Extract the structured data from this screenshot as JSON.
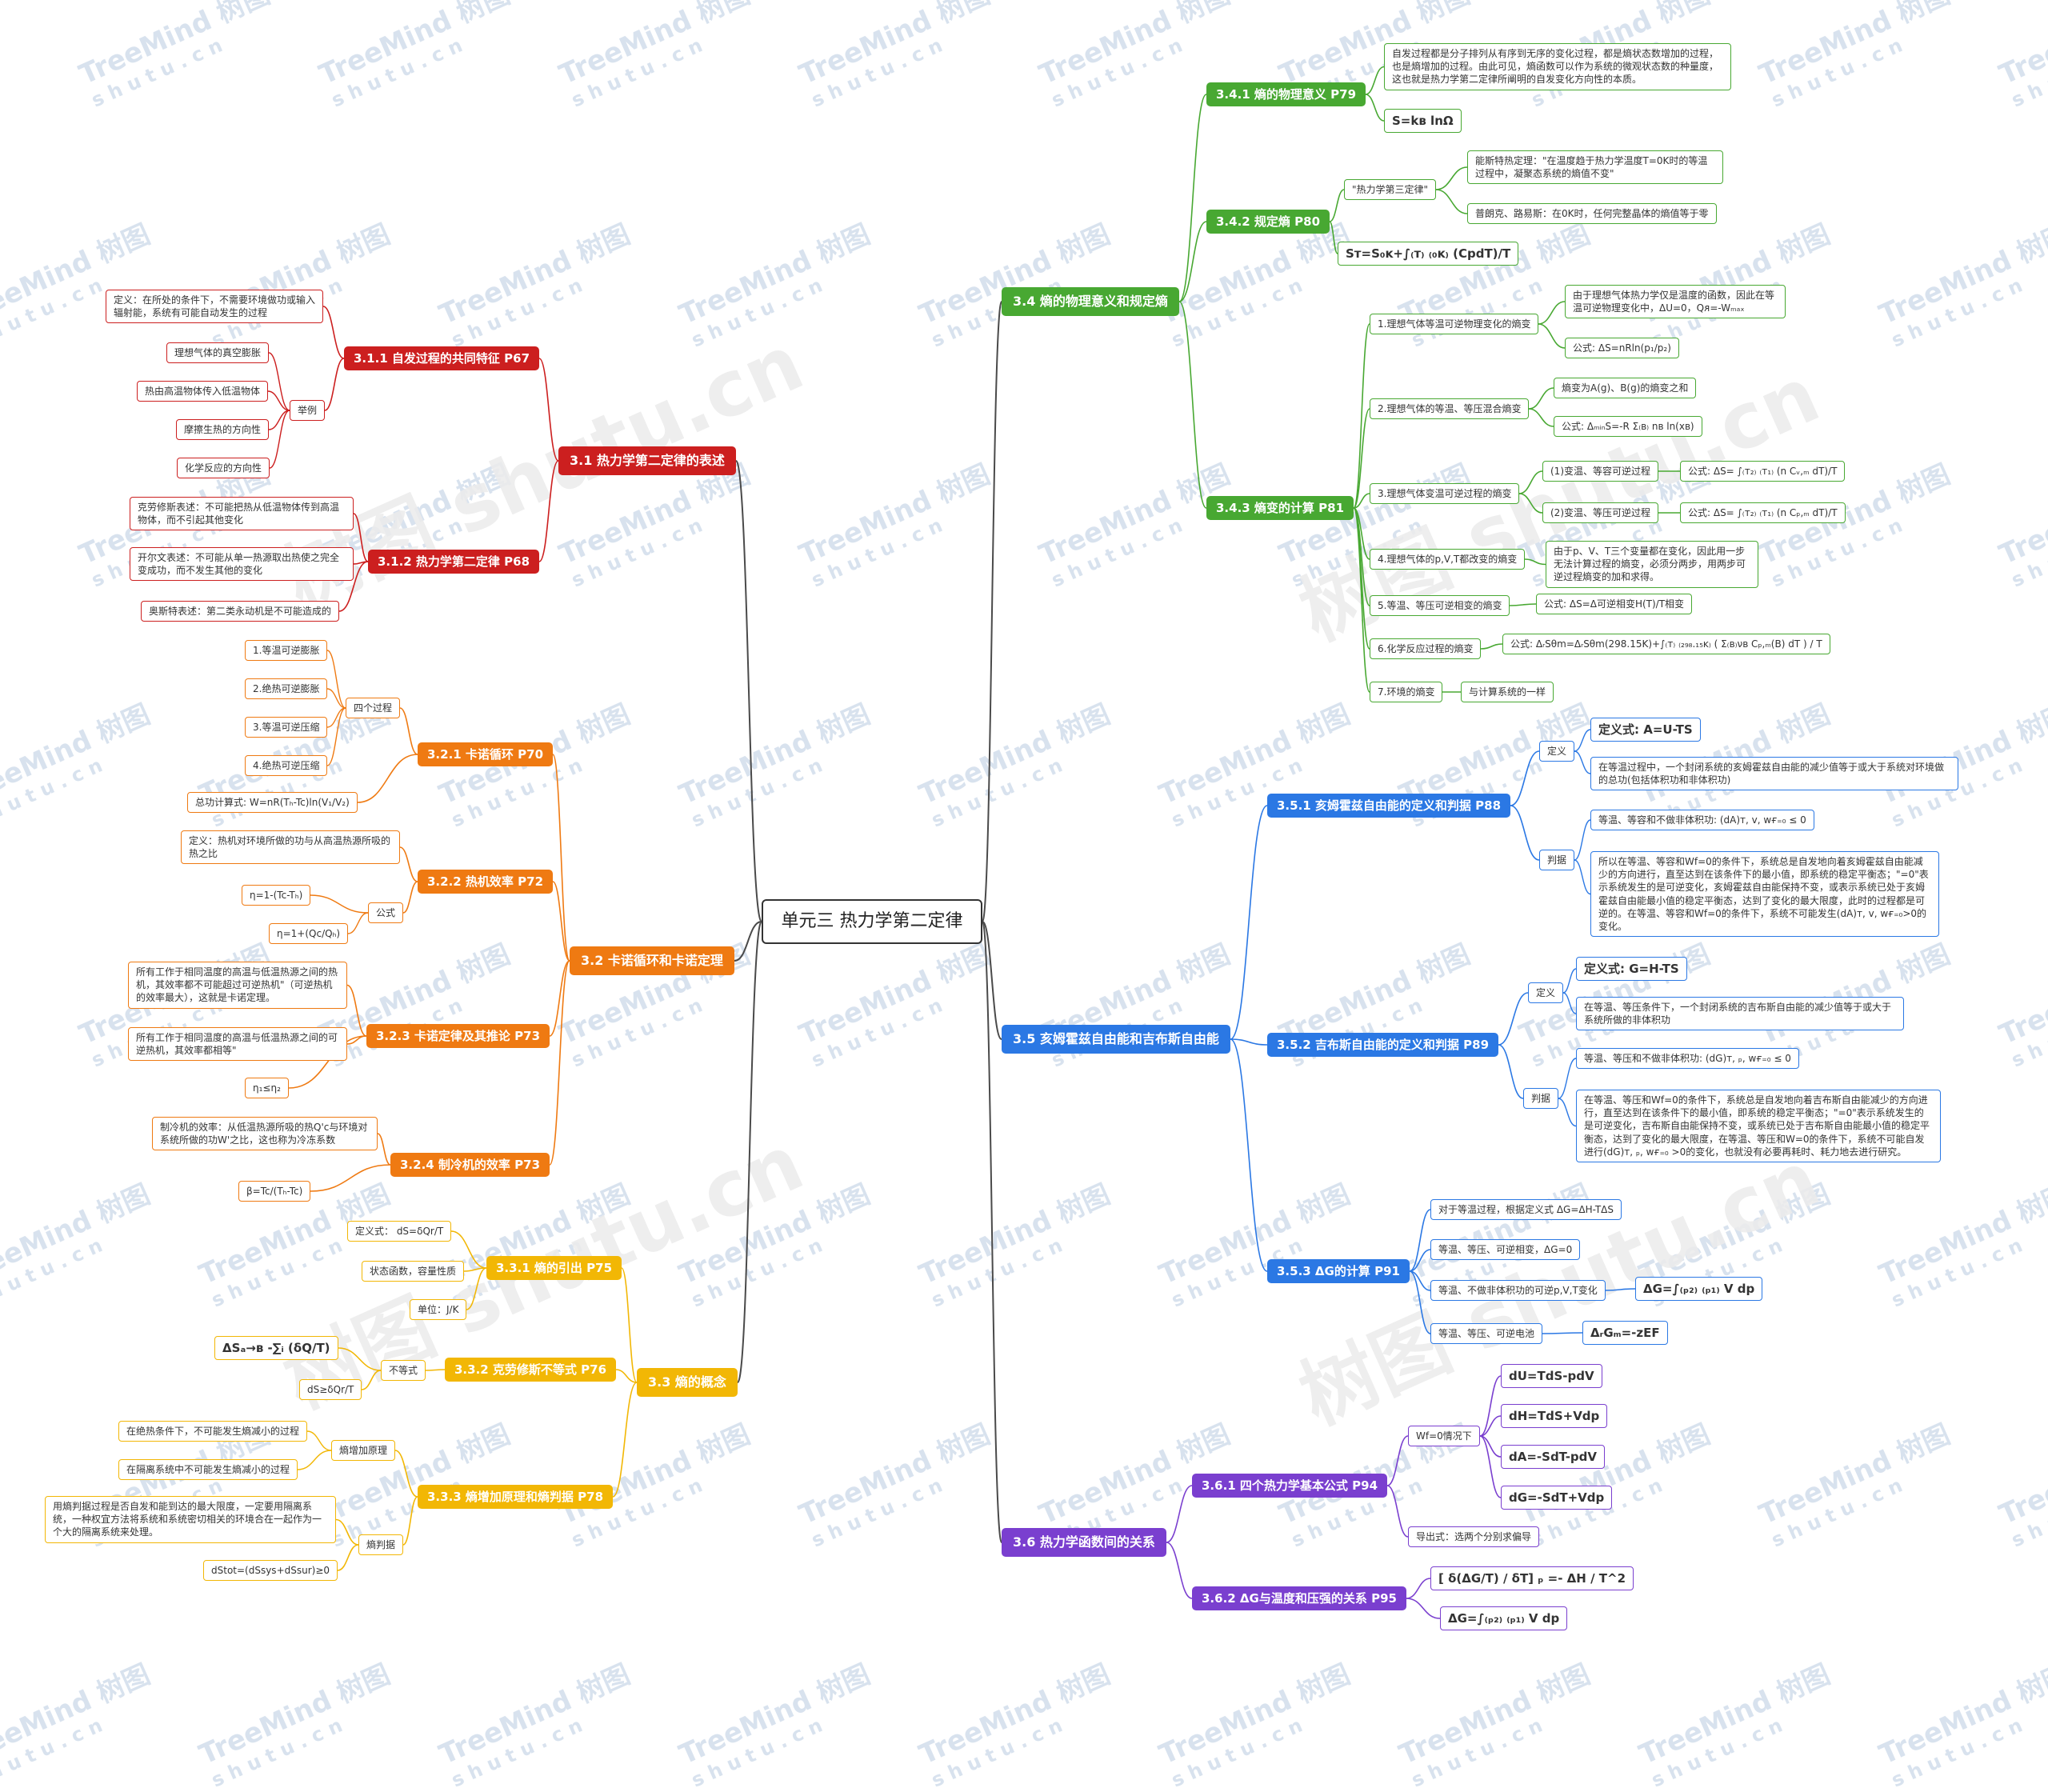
{
  "colors": {
    "s31": "#cc1f1f",
    "s32": "#ef7a12",
    "s33": "#f2b705",
    "s34": "#48a832",
    "s35": "#2b78e4",
    "s36": "#7a3fcf",
    "root_border": "#333333",
    "link_root": "#4a4a4a"
  },
  "watermark": {
    "brand": "TreeMind 树图",
    "domain": "s h u t u . c n",
    "big": "树图 shutu.cn"
  },
  "root": "单元三 热力学第二定律",
  "b31": {
    "title": "3.1 热力学第二定律的表述",
    "s311": {
      "title": "3.1.1 自发过程的共同特征 P67",
      "def": "定义：在所处的条件下，不需要环境做功或输入辐射能，系统有可能自动发生的过程",
      "example_label": "举例",
      "examples": [
        "理想气体的真空膨胀",
        "热由高温物体传入低温物体",
        "摩擦生热的方向性",
        "化学反应的方向性"
      ]
    },
    "s312": {
      "title": "3.1.2 热力学第二定律 P68",
      "items": [
        "克劳修斯表述：不可能把热从低温物体传到高温物体，而不引起其他变化",
        "开尔文表述：不可能从单一热源取出热使之完全变成功，而不发生其他的变化",
        "奥斯特表述：第二类永动机是不可能造成的"
      ]
    }
  },
  "b32": {
    "title": "3.2 卡诺循环和卡诺定理",
    "s321": {
      "title": "3.2.1 卡诺循环 P70",
      "group_label": "四个过程",
      "processes": [
        "1.等温可逆膨胀",
        "2.绝热可逆膨胀",
        "3.等温可逆压缩",
        "4.绝热可逆压缩"
      ],
      "work": "总功计算式:        W=nR(Tₕ-Tc)ln(V₁/V₂)"
    },
    "s322": {
      "title": "3.2.2 热机效率 P72",
      "def": "定义：热机对环境所做的功与从高温热源所吸的热之比",
      "formula_label": "公式",
      "formulas": [
        "η=1-(Tc-Tₕ)",
        "η=1+(Qc/Qₕ)"
      ]
    },
    "s323": {
      "title": "3.2.3 卡诺定律及其推论 P73",
      "items": [
        "所有工作于相同温度的高温与低温热源之间的热机，其效率都不可能超过可逆热机\"（可逆热机的效率最大），这就是卡诺定理。",
        "所有工作于相同温度的高温与低温热源之间的可逆热机，其效率都相等\"",
        "η₁≤η₂"
      ]
    },
    "s324": {
      "title": "3.2.4 制冷机的效率 P73",
      "items": [
        "制冷机的效率：从低温热源所吸的热Q'c与环境对系统所做的功W'之比，这也称为冷冻系数",
        "β=Tc/(Tₕ-Tc)"
      ]
    }
  },
  "b33": {
    "title": "3.3 熵的概念",
    "s331": {
      "title": "3.3.1 熵的引出 P75",
      "items": [
        "定义式：     dS=δQr/T",
        "状态函数，容量性质",
        "单位：J/K"
      ]
    },
    "s332": {
      "title": "3.3.2 克劳修斯不等式 P76",
      "label": "不等式",
      "items": [
        "ΔSₐ→ʙ  -∑ᵢ  (δQ/T)",
        "dS≥δQr/T"
      ]
    },
    "s333": {
      "title": "3.3.3 熵增加原理和熵判据 P78",
      "label1": "熵增加原理",
      "items1": [
        "在绝热条件下，不可能发生熵减小的过程",
        "在隔离系统中不可能发生熵减小的过程"
      ],
      "label2": "熵判据",
      "items2": [
        "用熵判据过程是否自发和能到达的最大限度，一定要用隔离系统，一种权宜方法将系统和系统密切相关的环境合在一起作为一个大的隔离系统来处理。",
        "dStot=(dSsys+dSsur)≥0"
      ]
    }
  },
  "b34": {
    "title": "3.4 熵的物理意义和规定熵",
    "s341": {
      "title": "3.4.1 熵的物理意义 P79",
      "items": [
        "自发过程都是分子排列从有序到无序的变化过程，都是熵状态数增加的过程，也是熵增加的过程。由此可见，熵函数可以作为系统的微观状态数的种量度，这也就是热力学第二定律所阐明的自发变化方向性的本质。",
        "S=kʙ lnΩ"
      ]
    },
    "s342": {
      "title": "3.4.2 规定熵 P80",
      "label": "\"热力学第三定律\"",
      "items": [
        "能斯特热定理：\"在温度趋于热力学温度T=0K时的等温过程中，凝聚态系统的熵值不变\"",
        "普朗克、路易斯：在0K时，任何完整晶体的熵值等于零"
      ],
      "formula": "Sᴛ=S₀ᴋ+∫₍ᴛ₎ ₍₀ᴋ₎  (CpdT)/T"
    },
    "s343": {
      "title": "3.4.3 熵变的计算 P81",
      "c1": {
        "label": "1.理想气体等温可逆物理变化的熵变",
        "items": [
          "由于理想气体热力学仅是温度的函数，因此在等温可逆物理变化中，ΔU=0，Qᴙ=-Wₘₐₓ",
          "公式:        ΔS=nRln(p₁/p₂)"
        ]
      },
      "c2": {
        "label": "2.理想气体的等温、等压混合熵变",
        "items": [
          "熵变为A(g)、B(g)的熵变之和",
          "公式:           ΔₘᵢₙS=-R Σ₍ʙ₎ nʙ ln(xʙ)"
        ]
      },
      "c3": {
        "label": "3.理想气体变温可逆过程的熵变",
        "items": [
          "(1)变温、等容可逆过程",
          "(2)变温、等压可逆过程"
        ],
        "formulas": [
          "公式:        ΔS= ∫₍ᴛ₂₎ ₍ᴛ₁₎  (n Cᵥ,ₘ dT)/T",
          "公式:        ΔS= ∫₍ᴛ₂₎ ₍ᴛ₁₎  (n Cₚ,ₘ dT)/T"
        ]
      },
      "c4": {
        "label": "4.理想气体的p,V,T都改变的熵变",
        "items": [
          "由于p、V、T三个变量都在变化，因此用一步无法计算过程的熵变，必须分两步，用两步可逆过程熵变的加和求得。"
        ]
      },
      "c5": {
        "label": "5.等温、等压可逆相变的熵变",
        "items": [
          "公式:        ΔS=Δ可逆相变H(T)/T相变"
        ]
      },
      "c6": {
        "label": "6.化学反应过程的熵变",
        "items": [
          "公式:      ΔᵣSθm=ΔᵣSθm(298.15K)+∫₍ᴛ₎ ₍₂₉₈.₁₅ᴋ₎ ( Σ₍ʙ₎νʙ Cₚ,ₘ(B) dT ) / T"
        ]
      },
      "c7": {
        "label": "7.环境的熵变",
        "items": [
          "与计算系统的一样"
        ]
      }
    }
  },
  "b35": {
    "title": "3.5 亥姆霍兹自由能和吉布斯自由能",
    "s351": {
      "title": "3.5.1 亥姆霍兹自由能的定义和判据 P88",
      "def_label": "定义",
      "defs": [
        "定义式:      A=U-TS",
        "在等温过程中，一个封闭系统的亥姆霍兹自由能的减少值等于或大于系统对环境做的总功(包括体积功和非体积功)"
      ],
      "crit_label": "判据",
      "crits": [
        "等温、等容和不做非体积功:     (dA)ᴛ, ᴠ, ᴡғ₌₀  ≤ 0",
        "所以在等温、等容和Wf=0的条件下，系统总是自发地向着亥姆霍兹自由能减少的方向进行，直至达到在该条件下的最小值，即系统的稳定平衡态；\"=0\"表示系统发生的是可逆变化，亥姆霍兹自由能保持不变，或表示系统已处于亥姆霍兹自由能最小值的稳定平衡态，达到了变化的最大限度，此时的过程都是可逆的。在等温、等容和Wf=0的条件下，系统不可能发生(dA)ᴛ, ᴠ, ᴡғ₌₀>0的变化。"
      ]
    },
    "s352": {
      "title": "3.5.2 吉布斯自由能的定义和判据 P89",
      "def_label": "定义",
      "defs": [
        "定义式:     G=H-TS",
        "在等温、等压条件下，一个封闭系统的吉布斯自由能的减少值等于或大于系统所做的非体积功"
      ],
      "crit_label": "判据",
      "crits": [
        "等温、等压和不做非体积功:     (dG)ᴛ, ₚ, ᴡғ₌₀  ≤ 0",
        "在等温、等压和Wf=0的条件下，系统总是自发地向着吉布斯自由能减少的方向进行，直至达到在该条件下的最小值，即系统的稳定平衡态；\"=0\"表示系统发生的是可逆变化，吉布斯自由能保持不变，或系统已处于吉布斯自由能最小值的稳定平衡态，达到了变化的最大限度，在等温、等压和W=0的条件下，系统不可能自发进行(dG)ᴛ, ₚ, ᴡғ₌₀ >0的变化，也就没有必要再耗时、耗力地去进行研究。"
      ]
    },
    "s353": {
      "title": "3.5.3 ΔG的计算 P91",
      "items": [
        "对于等温过程，根据定义式        ΔG=ΔH-TΔS",
        "等温、等压、可逆相变，ΔG=0",
        "等温、不做非体积功的可逆p,V,T变化",
        "等温、等压、可逆电池"
      ],
      "formulas": [
        "ΔG=∫₍ₚ₂₎ ₍ₚ₁₎  V dp",
        "ΔᵣGₘ=-zEF"
      ]
    }
  },
  "b36": {
    "title": "3.6 热力学函数间的关系",
    "s361": {
      "title": "3.6.1 四个热力学基本公式 P94",
      "label": "Wf=0情况下",
      "items": [
        "dU=TdS-pdV",
        "dH=TdS+Vdp",
        "dA=-SdT-pdV",
        "dG=-SdT+Vdp"
      ],
      "derive": "导出式：选两个分别求偏导"
    },
    "s362": {
      "title": "3.6.2 ΔG与温度和压强的关系 P95",
      "items": [
        "[ δ(ΔG/T) / δT] ₚ =- ΔH / T^2",
        "ΔG=∫₍ₚ₂₎ ₍ₚ₁₎  V dp"
      ]
    }
  }
}
